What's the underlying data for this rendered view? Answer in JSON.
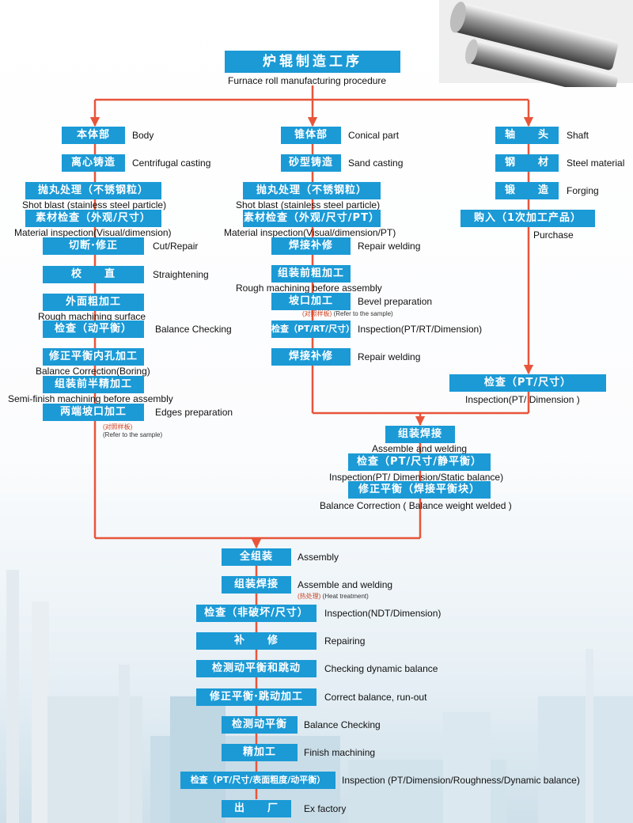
{
  "colors": {
    "box": "#1b9ad6",
    "arrow": "#e8553a",
    "text": "#111111"
  },
  "title": {
    "cn": "炉辊制造工序",
    "en": "Furnace roll manufacturing procedure"
  },
  "columns": {
    "body": {
      "header": {
        "cn": "本体部",
        "en": "Body"
      },
      "steps": [
        {
          "cn": "离心铸造",
          "en": "Centrifugal casting"
        },
        {
          "cn": "抛丸处理（不锈钢粒）",
          "en": "Shot blast (stainless steel particle)"
        },
        {
          "cn": "素材检查（外观/尺寸）",
          "en": "Material inspection(Visual/dimension)"
        },
        {
          "cn": "切断·修正",
          "en": "Cut/Repair"
        },
        {
          "cn": "校　　直",
          "en": "Straightening"
        },
        {
          "cn": "外面粗加工",
          "en": "Rough machining surface"
        },
        {
          "cn": "检查（动平衡）",
          "en": "Balance Checking"
        },
        {
          "cn": "修正平衡内孔加工",
          "en": "Balance Correction(Boring)"
        },
        {
          "cn": "组装前半精加工",
          "en": "Semi-finish machining before assembly"
        },
        {
          "cn": "两端坡口加工",
          "en": "Edges preparation"
        }
      ],
      "note": {
        "cn": "(对照样板)",
        "en": "(Refer to the sample)"
      }
    },
    "conical": {
      "header": {
        "cn": "锥体部",
        "en": "Conical part"
      },
      "steps": [
        {
          "cn": "砂型铸造",
          "en": "Sand casting"
        },
        {
          "cn": "抛丸处理（不锈钢粒）",
          "en": "Shot blast (stainless steel particle)"
        },
        {
          "cn": "素材检查（外观/尺寸/PT）",
          "en": "Material inspection(Visual/dimension/PT)"
        },
        {
          "cn": "焊接补修",
          "en": "Repair welding"
        },
        {
          "cn": "组装前粗加工",
          "en": "Rough machining before assembly"
        },
        {
          "cn": "坡口加工",
          "en": "Bevel preparation"
        },
        {
          "cn": "检查（PT/RT/尺寸）",
          "en": "Inspection(PT/RT/Dimension)"
        },
        {
          "cn": "焊接补修",
          "en": "Repair welding"
        }
      ],
      "note": {
        "cn": "(对照样板)",
        "en": "(Refer to the sample)"
      }
    },
    "shaft": {
      "header": {
        "cn": "轴　　头",
        "en": "Shaft"
      },
      "steps": [
        {
          "cn": "钢　　材",
          "en": "Steel material"
        },
        {
          "cn": "锻　　造",
          "en": "Forging"
        },
        {
          "cn": "购入（1次加工产品）",
          "en": "Purchase"
        },
        {
          "cn": "检查（PT/尺寸）",
          "en": "Inspection(PT/ Dimension )"
        }
      ]
    }
  },
  "merge": [
    {
      "cn": "组装焊接",
      "en": "Assemble and welding"
    },
    {
      "cn": "检查（PT/尺寸/静平衡）",
      "en": "Inspection(PT/ Dimension/Static balance)"
    },
    {
      "cn": "修正平衡（焊接平衡块）",
      "en": "Balance Correction ( Balance weight welded )"
    }
  ],
  "final": [
    {
      "cn": "全组装",
      "en": "Assembly"
    },
    {
      "cn": "组装焊接",
      "en": "Assemble and welding"
    },
    {
      "cn": "检查（非破坏/尺寸）",
      "en": "Inspection(NDT/Dimension)"
    },
    {
      "cn": "补　　修",
      "en": "Repairing"
    },
    {
      "cn": "检测动平衡和跳动",
      "en": "Checking dynamic balance"
    },
    {
      "cn": "修正平衡·跳动加工",
      "en": "Correct balance, run-out"
    },
    {
      "cn": "检测动平衡",
      "en": "Balance Checking"
    },
    {
      "cn": "精加工",
      "en": "Finish machining"
    },
    {
      "cn": "检查（PT/尺寸/表面粗度/动平衡）",
      "en": "Inspection (PT/Dimension/Roughness/Dynamic balance)"
    },
    {
      "cn": "出　　厂",
      "en": "Ex factory"
    }
  ],
  "final_note": {
    "cn": "(热处理)",
    "en": "(Heat treatment)"
  }
}
